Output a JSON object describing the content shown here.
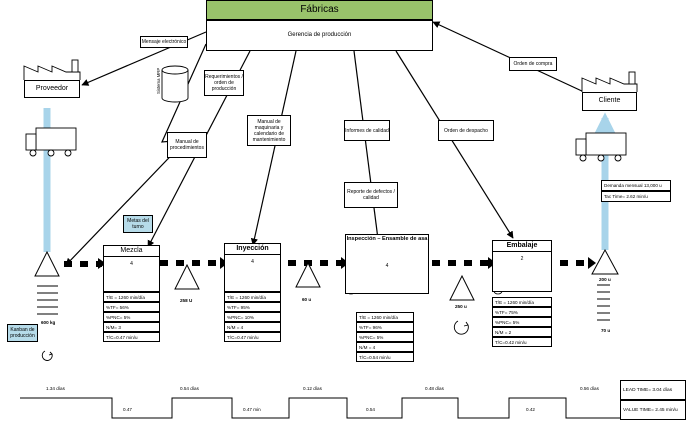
{
  "factory": {
    "title": "Fábricas",
    "subtitle": "Gerencia de producción"
  },
  "supplier": {
    "label": "Proveedor"
  },
  "customer": {
    "label": "Cliente"
  },
  "database": {
    "label": "Sistema MRP"
  },
  "info_flows": {
    "electronic": "Mensaje electrónico",
    "requirements": "Requerimientos / orden de producción",
    "procedures": "Manual de procedimientos",
    "maquinaria": "Manual de maquinaria y calendario de mantenimiento",
    "quality_reports": "Informes de calidad",
    "dispatch_order": "Orden de despacho",
    "purchase_order": "Orden de compra",
    "defect_report": "Reporte de defectos / calidad"
  },
  "customer_demand": {
    "demand": "Demanda mensual 13,000 u",
    "takt": "Tac Time= 2.62 min/u"
  },
  "kanban": {
    "label": "Kanban de producción"
  },
  "turn_goals": {
    "label": "Metas del turno"
  },
  "processes": [
    {
      "name": "Mezcla",
      "operators": "4",
      "data": [
        "T/E = 1260 min/día",
        "%TF= 56%",
        "%PNC= 5%",
        "N/M= 3",
        "T/C=0.47 min/u"
      ]
    },
    {
      "name": "Inyección",
      "operators": "4",
      "data": [
        "T/E = 1260 min/día",
        "%TF= 95%",
        "%PNC= 10%",
        "N/M = 4",
        "T/C=0.47 min/u"
      ]
    },
    {
      "name": "Inspección – Ensamble de asa",
      "operators": "4",
      "data": [
        "T/E = 1260 min/día",
        "%TF= 96%",
        "%PNC= 5%",
        "N/M = 4",
        "T/C=0.54 min/u"
      ]
    },
    {
      "name": "Embalaje",
      "operators": "2",
      "data": [
        "T/E = 1260 min/día",
        "%TF= 75%",
        "%PNC= 5%",
        "N/M = 2",
        "T/C=0.42 min/u"
      ]
    }
  ],
  "inventories": {
    "raw": "600 kg",
    "after_mezcla": "258 U",
    "after_inyeccion": "60 u",
    "after_inspeccion": "250 u",
    "finished": "200 u",
    "finished_bottom": "70 u"
  },
  "timeline": {
    "waits": [
      "1.34 días",
      "0.54 días",
      "0.12 días",
      "0.48 días",
      "0.56 días"
    ],
    "cycles": [
      "0.47",
      "0.47 min",
      "0.54",
      "0.42"
    ],
    "lead_time": "LEAD TIME= 3.04 días",
    "value_time": "VALUE TIME= 2.45 min/u"
  }
}
